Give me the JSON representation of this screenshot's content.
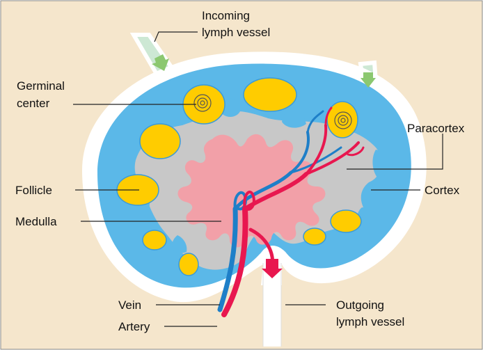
{
  "labels": {
    "incoming_1": "Incoming",
    "incoming_2": "lymph vessel",
    "germinal_1": "Germinal",
    "germinal_2": "center",
    "paracortex": "Paracortex",
    "follicle": "Follicle",
    "cortex": "Cortex",
    "medulla": "Medulla",
    "vein": "Vein",
    "artery": "Artery",
    "outgoing_1": "Outgoing",
    "outgoing_2": "lymph vessel"
  },
  "colors": {
    "background": "#f5e6cc",
    "capsule": "#ffffff",
    "cortex": "#5bb8e8",
    "paracortex": "#c8c8c8",
    "medulla": "#f2a0a8",
    "follicle": "#ffcc00",
    "artery": "#e8174f",
    "vein": "#1e7fc8",
    "lymph_arrow": "#8cc870",
    "lymph_channel": "#cde8d4"
  }
}
